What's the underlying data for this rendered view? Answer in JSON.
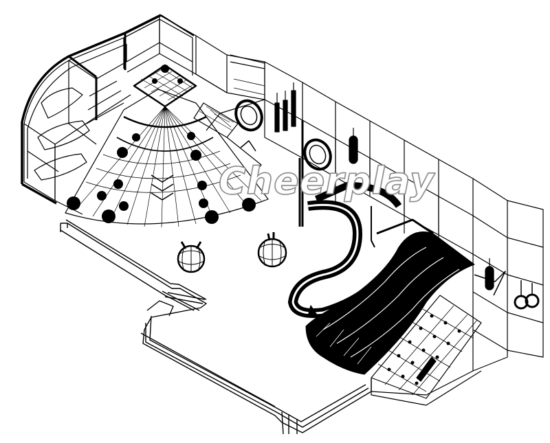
{
  "watermark": {
    "text": "Cheerplay"
  },
  "palette": {
    "line": "#000000",
    "background": "#ffffff",
    "watermark": "#ffffff"
  },
  "components": [
    "dome-climber",
    "net-cone",
    "cube-frame-grid",
    "spiral-slide",
    "wave-slides",
    "ball-net",
    "rope-ladder",
    "gymnastic-rings",
    "hanging-ball-frames",
    "punching-bags",
    "border-rail"
  ]
}
